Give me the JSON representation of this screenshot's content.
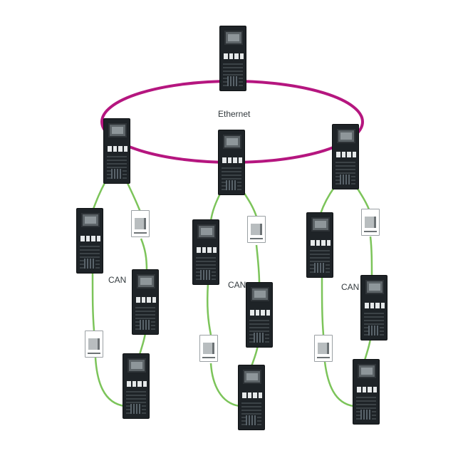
{
  "labels": {
    "ethernet": "Ethernet",
    "can_left": "CAN",
    "can_middle": "CAN",
    "can_right": "CAN"
  },
  "colors": {
    "ethernet_ring": "#b5167f",
    "can_link": "#7cc45a",
    "panel": "#1e2327",
    "module": "#ffffff"
  },
  "icons": {
    "panel": "fire-control-panel-icon",
    "module": "network-module-icon"
  }
}
